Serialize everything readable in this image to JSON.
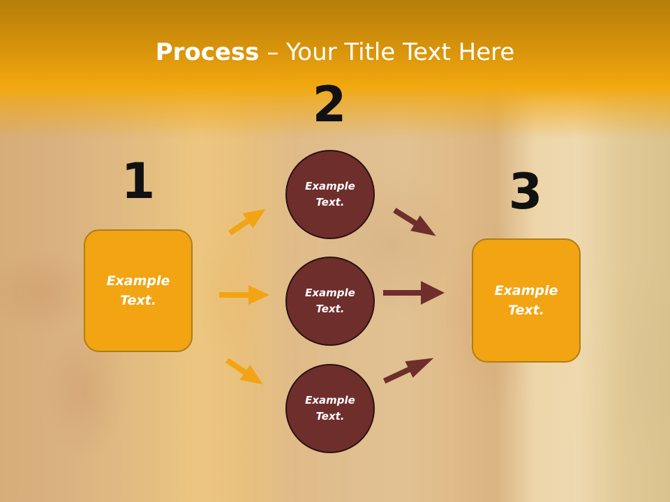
{
  "slide": {
    "title_strong": "Process",
    "title_rest": " – Your Title Text Here",
    "step_numbers": [
      "1",
      "2",
      "3"
    ],
    "left_box": "Example Text.",
    "right_box": "Example Text.",
    "circles": [
      "Example Text.",
      "Example Text.",
      "Example Text."
    ]
  },
  "colors": {
    "orange_box": "#f2a413",
    "circle_fill": "#6e2e2c",
    "orange_arrow": "#f2a413",
    "dark_arrow": "#6e2e2c",
    "header": "#f2a80f"
  }
}
